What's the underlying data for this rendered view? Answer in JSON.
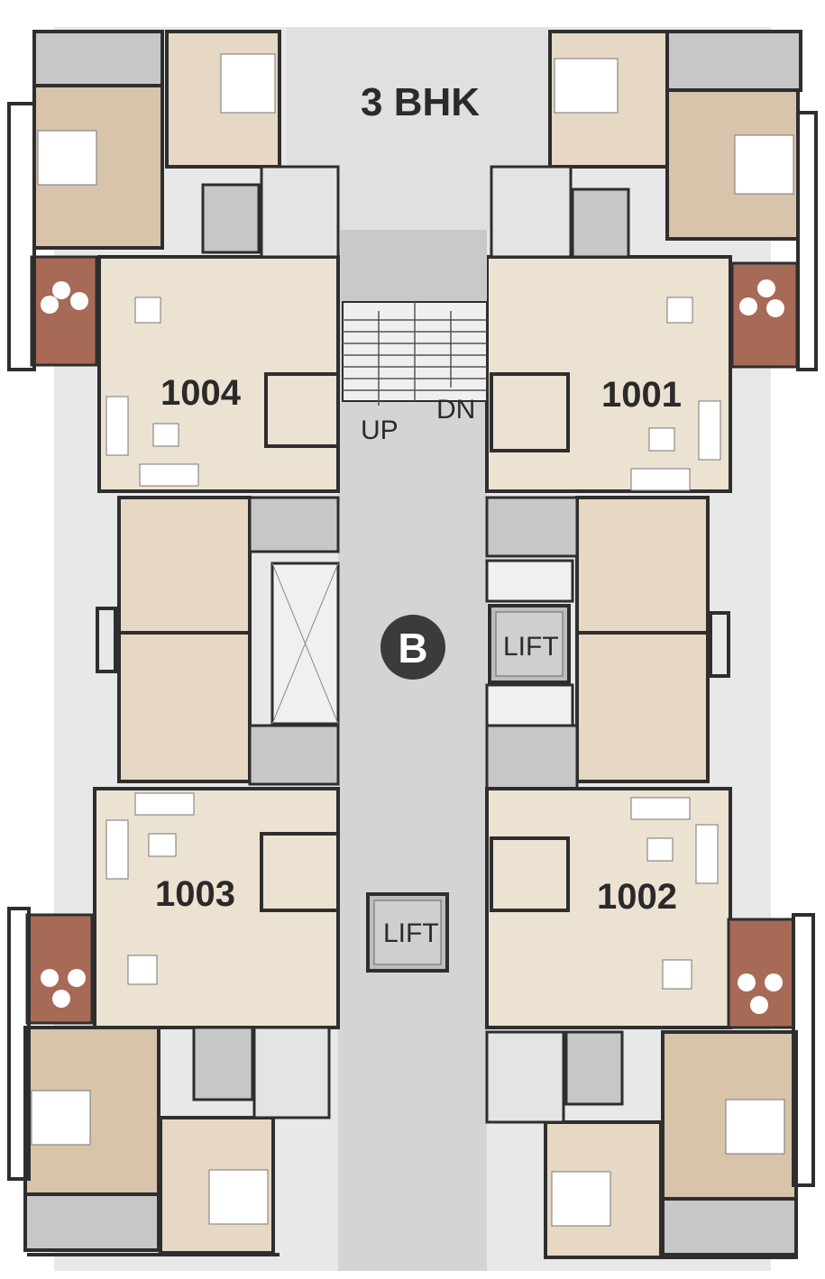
{
  "title": "3 BHK",
  "block": "B",
  "stairs": {
    "up": "UP",
    "down": "DN"
  },
  "lifts": [
    "LIFT",
    "LIFT"
  ],
  "units": [
    "1004",
    "1001",
    "1003",
    "1002"
  ],
  "colors": {
    "room": "#ece2d2",
    "bedroom": "#e6d8c4",
    "master": "#d8c3ab",
    "balcony": "#a66a56",
    "corridor": "#d4d4d4",
    "outer": "#e8e8e8",
    "wall": "#2e2e2e",
    "toilet": "#c7c7c7",
    "badge": "#3b3b3b"
  }
}
